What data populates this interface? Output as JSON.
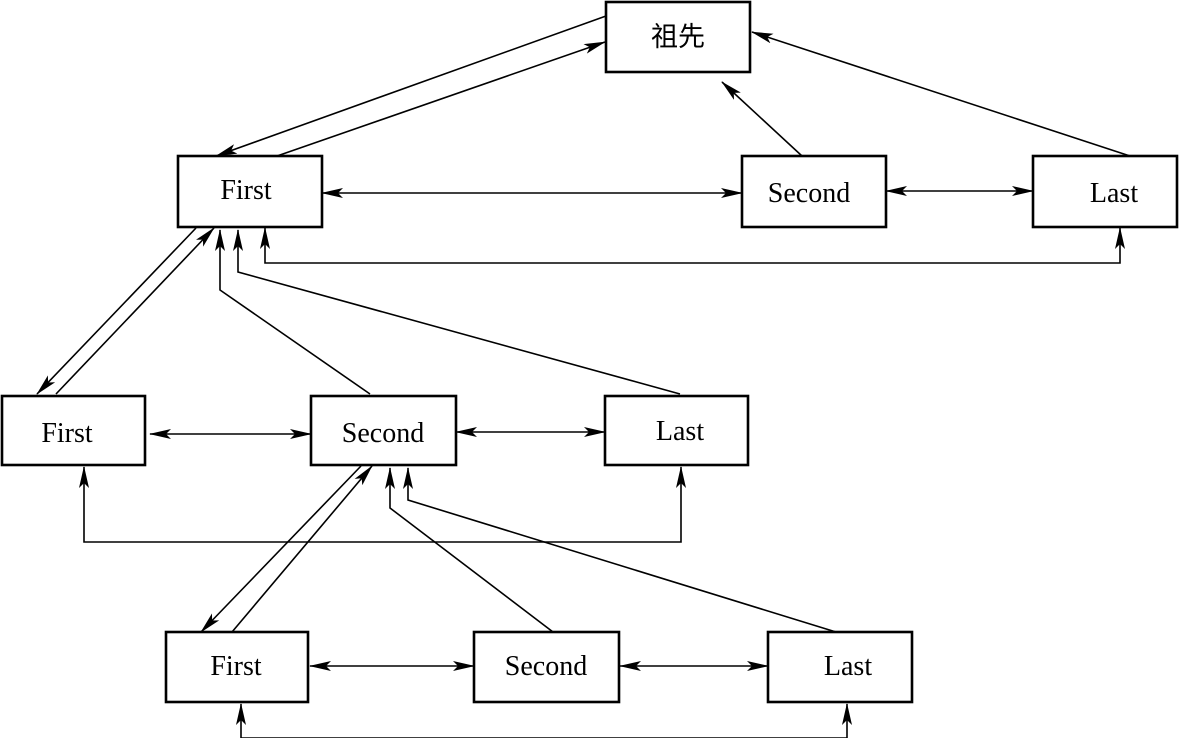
{
  "diagram": {
    "root": {
      "label": "祖先"
    },
    "level1": {
      "first": "First",
      "second": "Second",
      "last": "Last"
    },
    "level2": {
      "first": "First",
      "second": "Second",
      "last": "Last"
    },
    "level3": {
      "first": "First",
      "second": "Second",
      "last": "Last"
    }
  }
}
